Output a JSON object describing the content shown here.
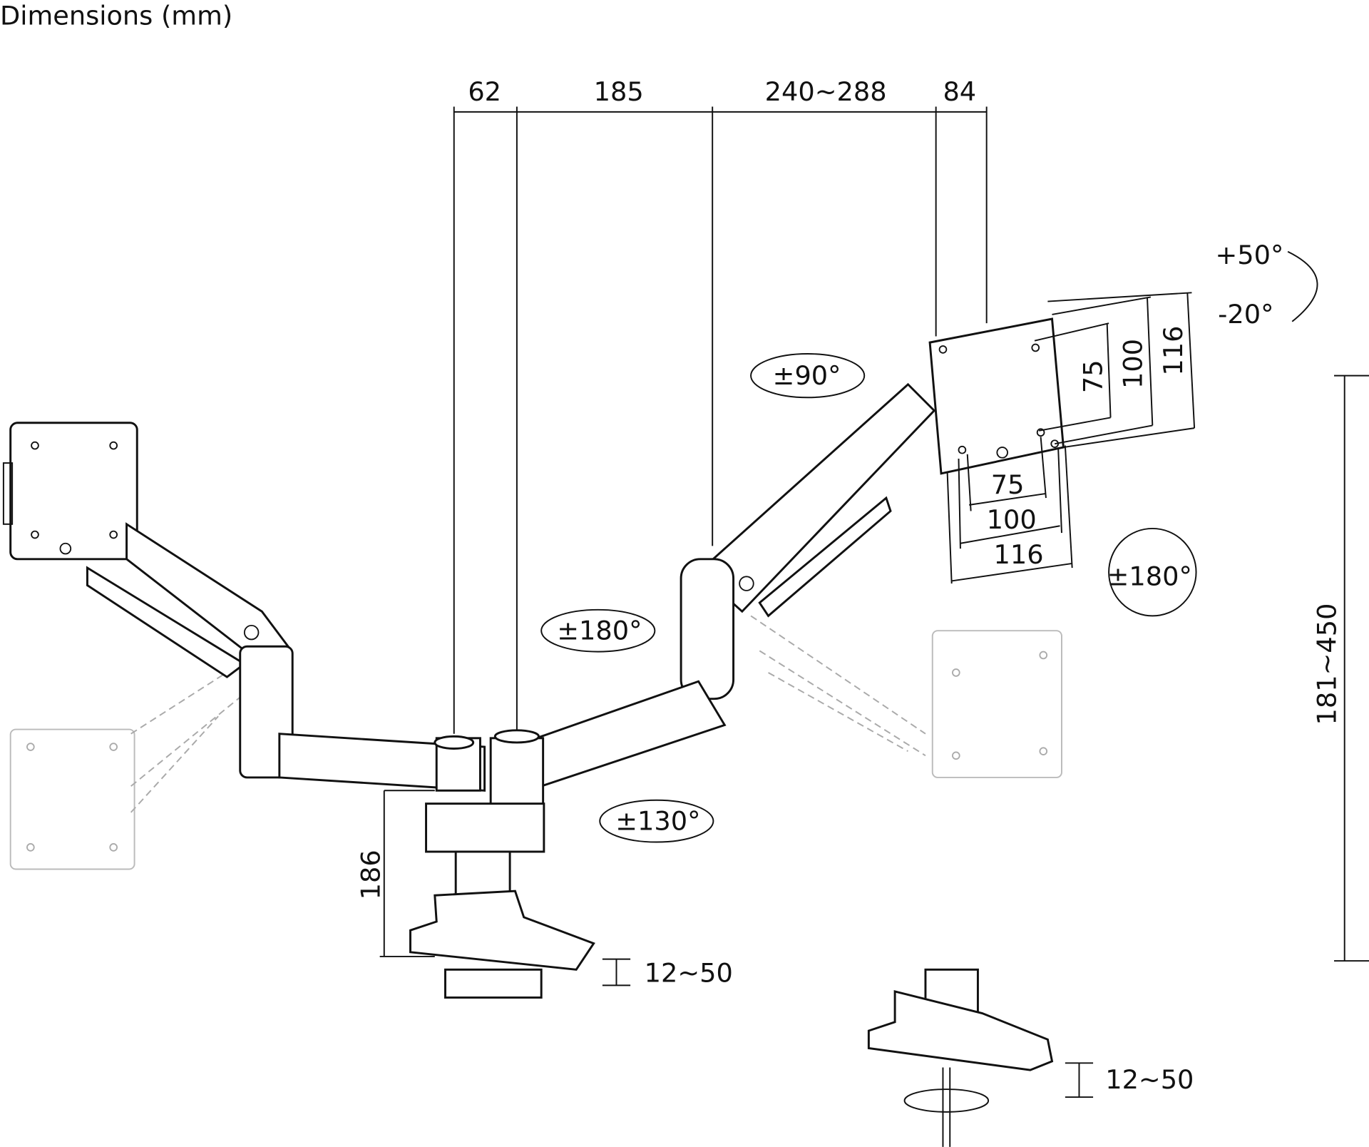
{
  "title": "Dimensions (mm)",
  "top_dimensions": [
    "62",
    "185",
    "240~288",
    "84"
  ],
  "vesa_vertical": [
    "75",
    "100",
    "116"
  ],
  "vesa_horizontal": [
    "75",
    "100",
    "116"
  ],
  "tilt": {
    "up": "+50°",
    "down": "-20°"
  },
  "rotations": {
    "swivel_head": "±90°",
    "rotate_screen": "±180°",
    "arm_joint": "±180°",
    "base_arm": "±130°"
  },
  "height_range": "181~450",
  "pole_height": "186",
  "clamp_range_1": "12~50",
  "clamp_range_2": "12~50"
}
